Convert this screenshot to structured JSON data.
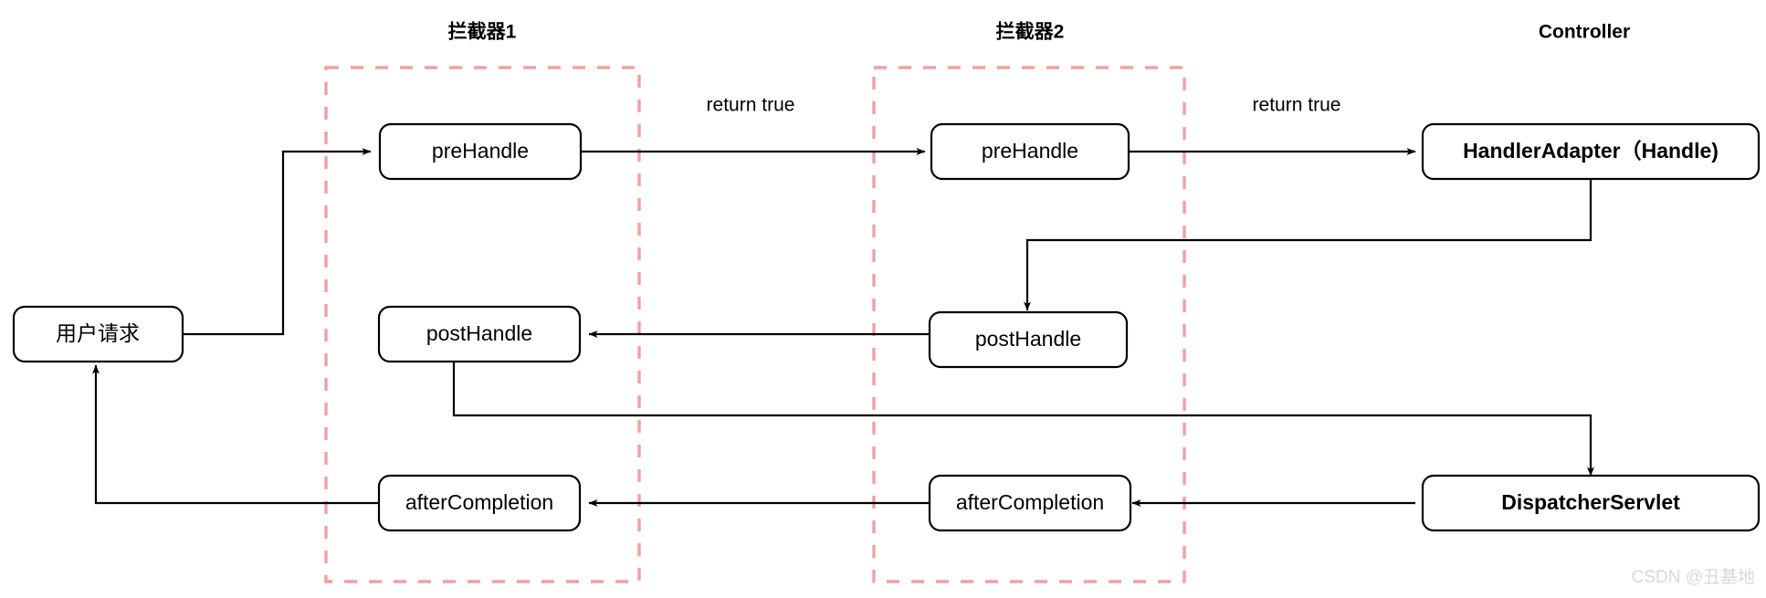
{
  "diagram": {
    "title_groups": [
      {
        "id": "interceptor1",
        "label": "拦截器1"
      },
      {
        "id": "interceptor2",
        "label": "拦截器2"
      },
      {
        "id": "controller",
        "label": "Controller"
      }
    ],
    "nodes": [
      {
        "id": "user-request",
        "label": "用户请求"
      },
      {
        "id": "pre-handle-1",
        "label": "preHandle"
      },
      {
        "id": "pre-handle-2",
        "label": "preHandle"
      },
      {
        "id": "handler-adapter",
        "label": "HandlerAdapter（Handle)"
      },
      {
        "id": "post-handle-1",
        "label": "postHandle"
      },
      {
        "id": "post-handle-2",
        "label": "postHandle"
      },
      {
        "id": "after-completion-1",
        "label": "afterCompletion"
      },
      {
        "id": "after-completion-2",
        "label": "afterCompletion"
      },
      {
        "id": "dispatcher-servlet",
        "label": "DispatcherServlet"
      }
    ],
    "edge_labels": [
      {
        "id": "return-true-1",
        "label": "return true"
      },
      {
        "id": "return-true-2",
        "label": "return true"
      }
    ],
    "watermark": "CSDN @丑基地",
    "colors": {
      "group_border": "#f2a0a0",
      "node_border": "#000000",
      "edge": "#000000",
      "background": "#ffffff",
      "watermark": "#d8d8d8"
    }
  }
}
